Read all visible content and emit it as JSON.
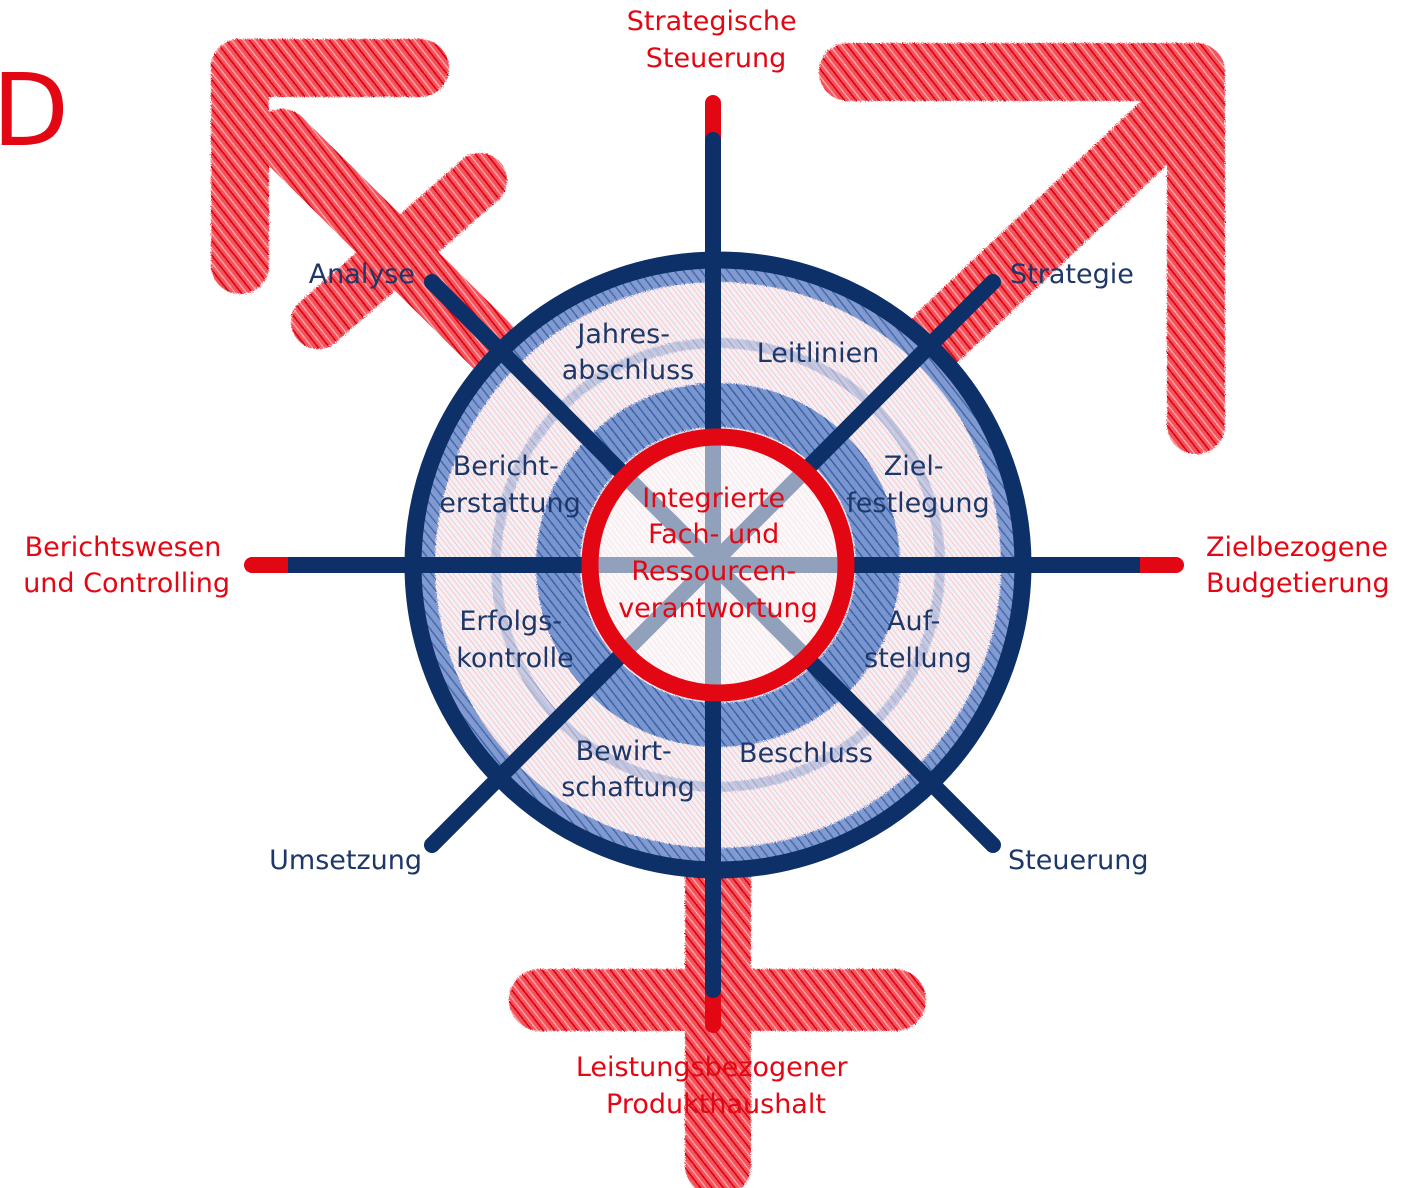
{
  "colors": {
    "red": "#e30613",
    "blue": "#0d3068",
    "red_hatch": "#f03a45",
    "blue_hatch": "#2f5fb0"
  },
  "corner_glyph": "D",
  "outer": {
    "top": [
      "Strategische",
      "Steuerung"
    ],
    "left": [
      "Berichtswesen",
      "und Controlling"
    ],
    "right": [
      "Zielbezogene",
      "Budgetierung"
    ],
    "bottom": [
      "Leistungsbezogener",
      "Produkthaushalt"
    ]
  },
  "diagonals": {
    "top_left": "Analyse",
    "top_right": "Strategie",
    "bottom_left": "Umsetzung",
    "bottom_right": "Steuerung"
  },
  "segments": {
    "jahresabschluss": [
      "Jahres-",
      "abschluss"
    ],
    "leitlinien": [
      "Leitlinien"
    ],
    "zielfestlegung": [
      "Ziel-",
      "festlegung"
    ],
    "aufstellung": [
      "Auf-",
      "stellung"
    ],
    "beschluss": [
      "Beschluss"
    ],
    "bewirtschaftung": [
      "Bewirt-",
      "schaftung"
    ],
    "erfolgskontrolle": [
      "Erfolgs-",
      "kontrolle"
    ],
    "berichterstattung": [
      "Bericht-",
      "erstattung"
    ]
  },
  "center": [
    "Integrierte",
    "Fach- und",
    "Ressourcen-",
    "verantwortung"
  ]
}
